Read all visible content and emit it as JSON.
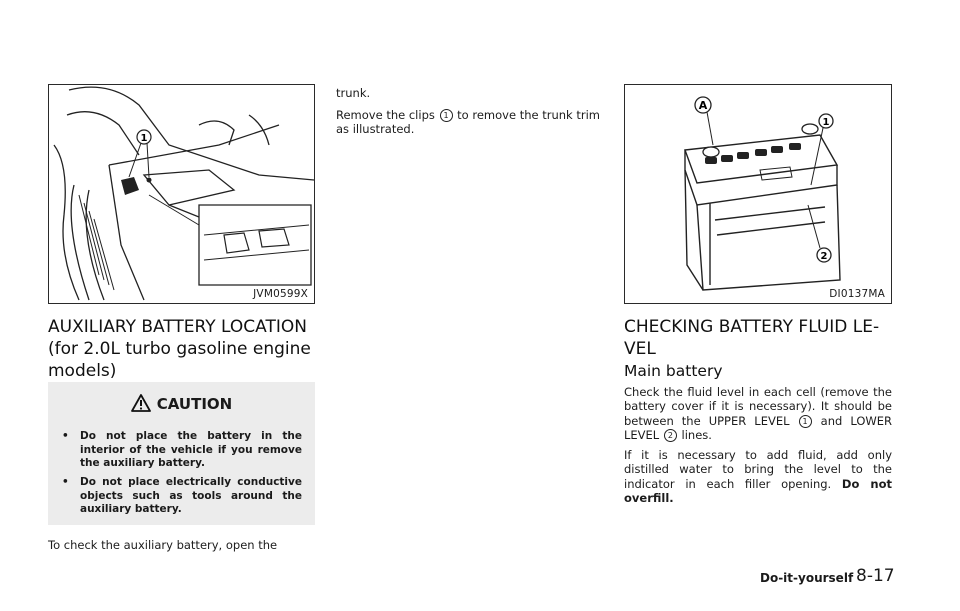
{
  "figures": {
    "left": {
      "code": "JVM0599X",
      "callouts": [
        "1"
      ]
    },
    "right": {
      "code": "DI0137MA",
      "callouts": [
        "A",
        "1",
        "2"
      ]
    }
  },
  "left_column": {
    "heading_lines": [
      "AUXILIARY BATTERY LOCATION",
      "(for 2.0L turbo gasoline engine",
      "models)"
    ],
    "caution": {
      "title": "CAUTION",
      "items": [
        "Do not place the battery in the interior of the vehicle if you remove the auxiliary battery.",
        "Do not place electrically conductive objects such as tools around the auxiliary battery."
      ]
    },
    "closing_text": "To check the auxiliary battery, open the"
  },
  "middle_column": {
    "continuation": "trunk.",
    "remove_pre": "Remove the clips",
    "remove_num": "1",
    "remove_post": "to remove the trunk trim as illustrated."
  },
  "right_column": {
    "heading_lines": [
      "CHECKING BATTERY FLUID LE-",
      "VEL"
    ],
    "subheading": "Main battery",
    "para1": {
      "pre": "Check the fluid level in each cell (remove the battery cover if it is necessary). It should be between the UPPER LEVEL",
      "num1": "1",
      "mid": "and LOWER LEVEL",
      "num2": "2",
      "post": "lines."
    },
    "para2": {
      "text": "If it is necessary to add fluid, add only distilled water to bring the level to the indicator in each filler opening.",
      "bold": "Do not overfill."
    }
  },
  "footer": {
    "section": "Do-it-yourself",
    "page": "8-17"
  }
}
